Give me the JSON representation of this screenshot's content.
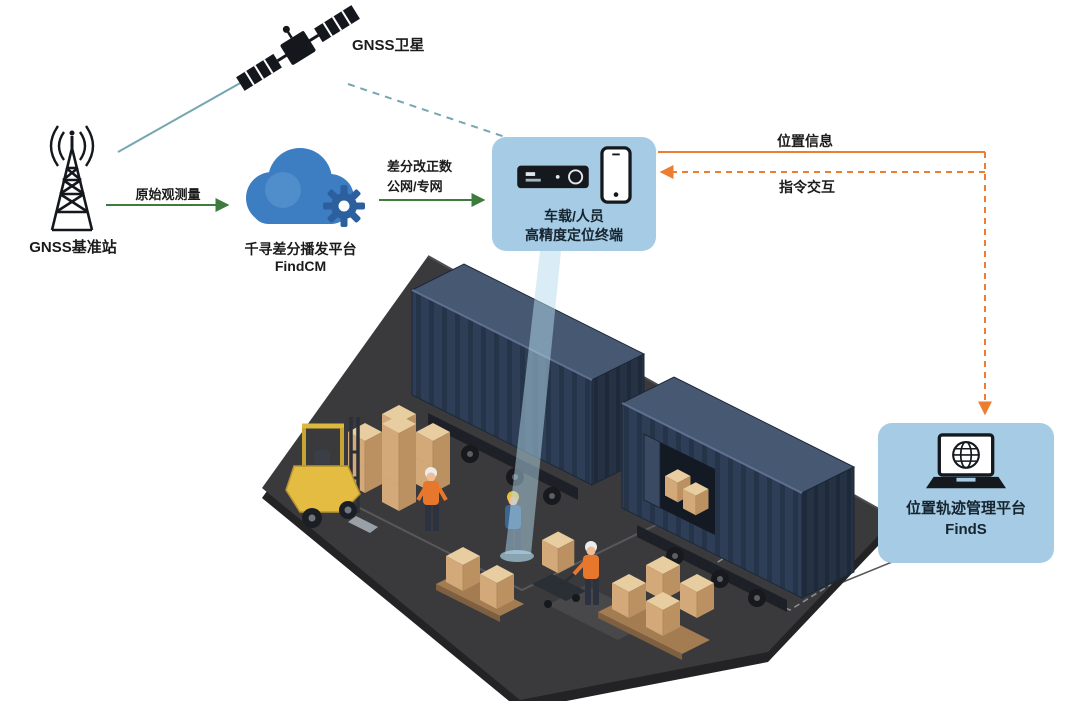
{
  "diagram": {
    "satellite": {
      "label": "GNSS卫星"
    },
    "base_station": {
      "label": "GNSS基准站"
    },
    "link_raw_observation": {
      "label": "原始观测量"
    },
    "cloud_platform": {
      "title": "千寻差分播发平台",
      "subtitle": "FindCM"
    },
    "link_correction": {
      "line1": "差分改正数",
      "line2": "公网/专网"
    },
    "terminal_panel": {
      "line1": "车载/人员",
      "line2": "高精度定位终端"
    },
    "link_position_info": {
      "label": "位置信息"
    },
    "link_command": {
      "label": "指令交互"
    },
    "management_platform": {
      "title": "位置轨迹管理平台",
      "subtitle": "FindS"
    }
  },
  "colors": {
    "panel_blue": "#a6cbe4",
    "cloud_blue": "#3d7ec2",
    "gear_blue": "#2b5f9e",
    "link_teal": "#74a7b2",
    "link_green": "#3e7c3e",
    "link_orange": "#ed7d31",
    "floor_gray": "#3a3a3c",
    "container_navy": "#2e3e56",
    "carton_tan": "#d3a97a",
    "forklift_yellow": "#e4bc41",
    "beam_blue": "#b5dbee",
    "text_dark": "#1b1b1b"
  }
}
